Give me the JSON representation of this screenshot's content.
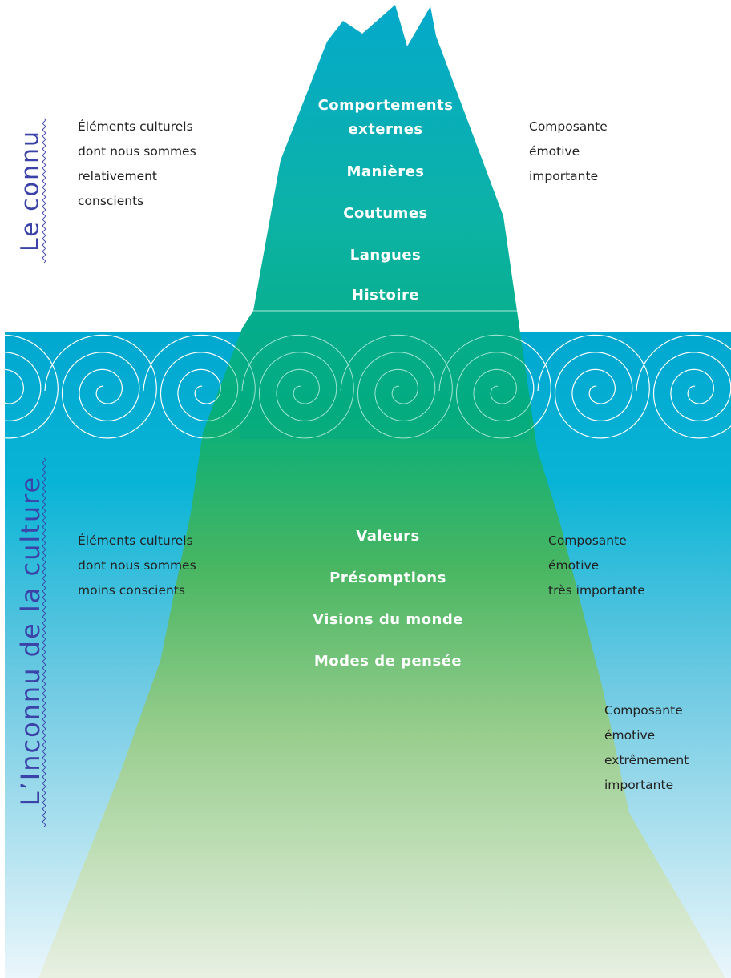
{
  "labels": {
    "known": "Le connu",
    "unknown": "L’Inconnu de la culture"
  },
  "above": {
    "items": [
      "Comportements",
      "externes",
      "Manières",
      "Coutumes",
      "Langues",
      "Histoire"
    ],
    "left_desc": [
      "Éléments culturels",
      "dont nous sommes",
      "relativement",
      "conscients"
    ],
    "right_desc": [
      "Composante",
      "émotive",
      "importante"
    ]
  },
  "below": {
    "items": [
      "Valeurs",
      "Présomptions",
      "Visions du monde",
      "Modes de pensée"
    ],
    "left_desc": [
      "Éléments culturels",
      "dont nous sommes",
      "moins conscients"
    ],
    "right_desc_1": [
      "Composante",
      "émotive",
      "très importante"
    ],
    "right_desc_2": [
      "Composante",
      "émotive",
      "extrêmement",
      "importante"
    ]
  },
  "colors": {
    "label": "#3b43a8",
    "sea_top": "#00a6cf",
    "sea_bottom": "#eaf6fb",
    "iceberg_top": "#08aec9",
    "iceberg_mid": "#1fb169",
    "iceberg_bottom": "#e7efdf"
  }
}
